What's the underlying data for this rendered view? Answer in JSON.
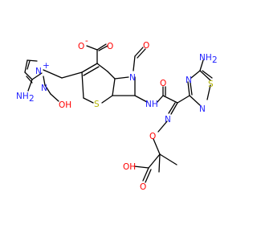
{
  "colors": {
    "carbon": "#000000",
    "nitrogen": "#2222ff",
    "oxygen": "#ff0000",
    "sulfur": "#b3b300",
    "background": "#ffffff"
  },
  "labels": {
    "o_minus": "O",
    "minus": "-",
    "o_carboxylate": "O",
    "o_lactam": "O",
    "n_lactam": "N",
    "s_ring": "S",
    "nh_amide": "NH",
    "o_amide": "O",
    "n_pyrazole_plus": "N",
    "plus": "+",
    "n_pyrazole": "N",
    "nh2_pyrazole_n": "NH",
    "nh2_pyrazole_2": "2",
    "ho_oh": "OH",
    "nh2_thiad_h": "NH",
    "nh2_thiad_2": "2",
    "s_thiad": "S",
    "n_thiad_a": "N",
    "n_thiad_b": "N",
    "n_oxime": "N",
    "o_oxime": "O",
    "o_acid": "O",
    "oh_acid": "OH"
  }
}
